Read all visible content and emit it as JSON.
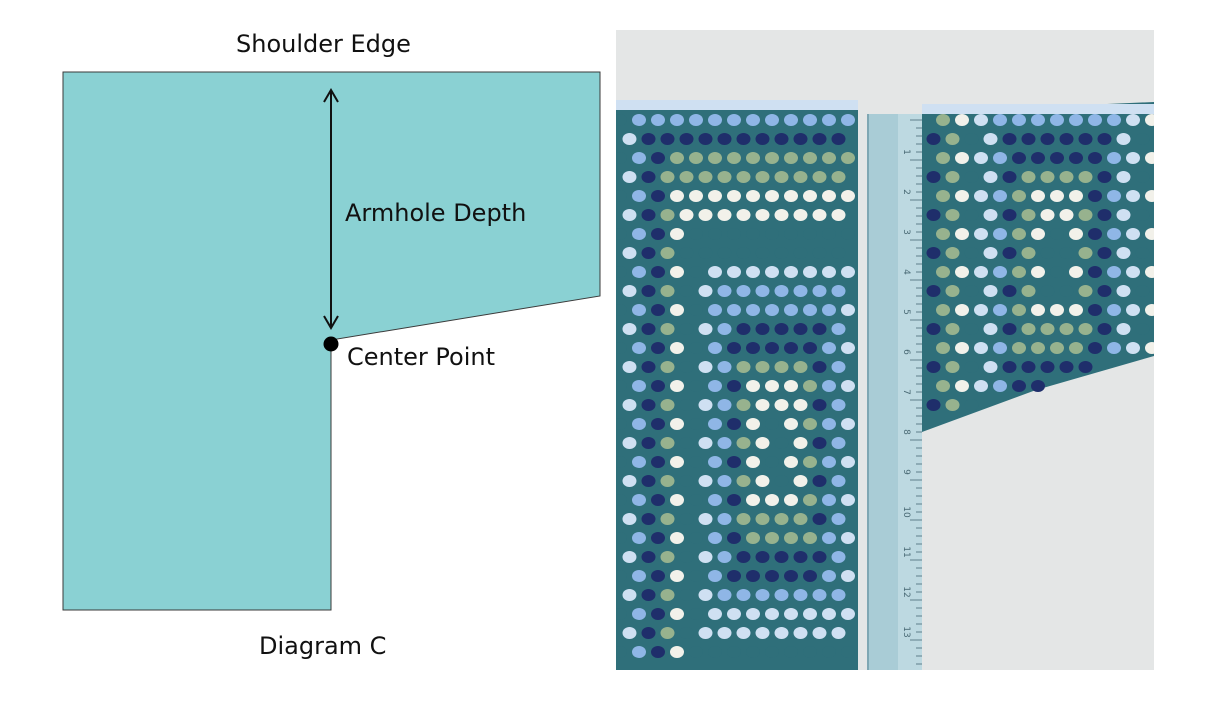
{
  "diagram": {
    "title": "Shoulder Edge",
    "caption": "Diagram C",
    "measurement_label": "Armhole Depth",
    "point_label": "Center Point",
    "colors": {
      "fill": "#8ad1d3",
      "outline": "#3a3a3a",
      "arrow": "#111111",
      "point": "#000000"
    }
  },
  "photo": {
    "ruler_numbers": [
      "1",
      "2",
      "3",
      "4",
      "5",
      "6",
      "7",
      "8",
      "9",
      "10",
      "11",
      "12",
      "13"
    ],
    "colors": {
      "background": "#e4e6e6",
      "ruler": "#a9ccd6",
      "yarn": [
        "#2f6f7a",
        "#f2f1ea",
        "#97b28e",
        "#1f2e6b",
        "#8fb6e6",
        "#cfe0f2"
      ]
    }
  }
}
